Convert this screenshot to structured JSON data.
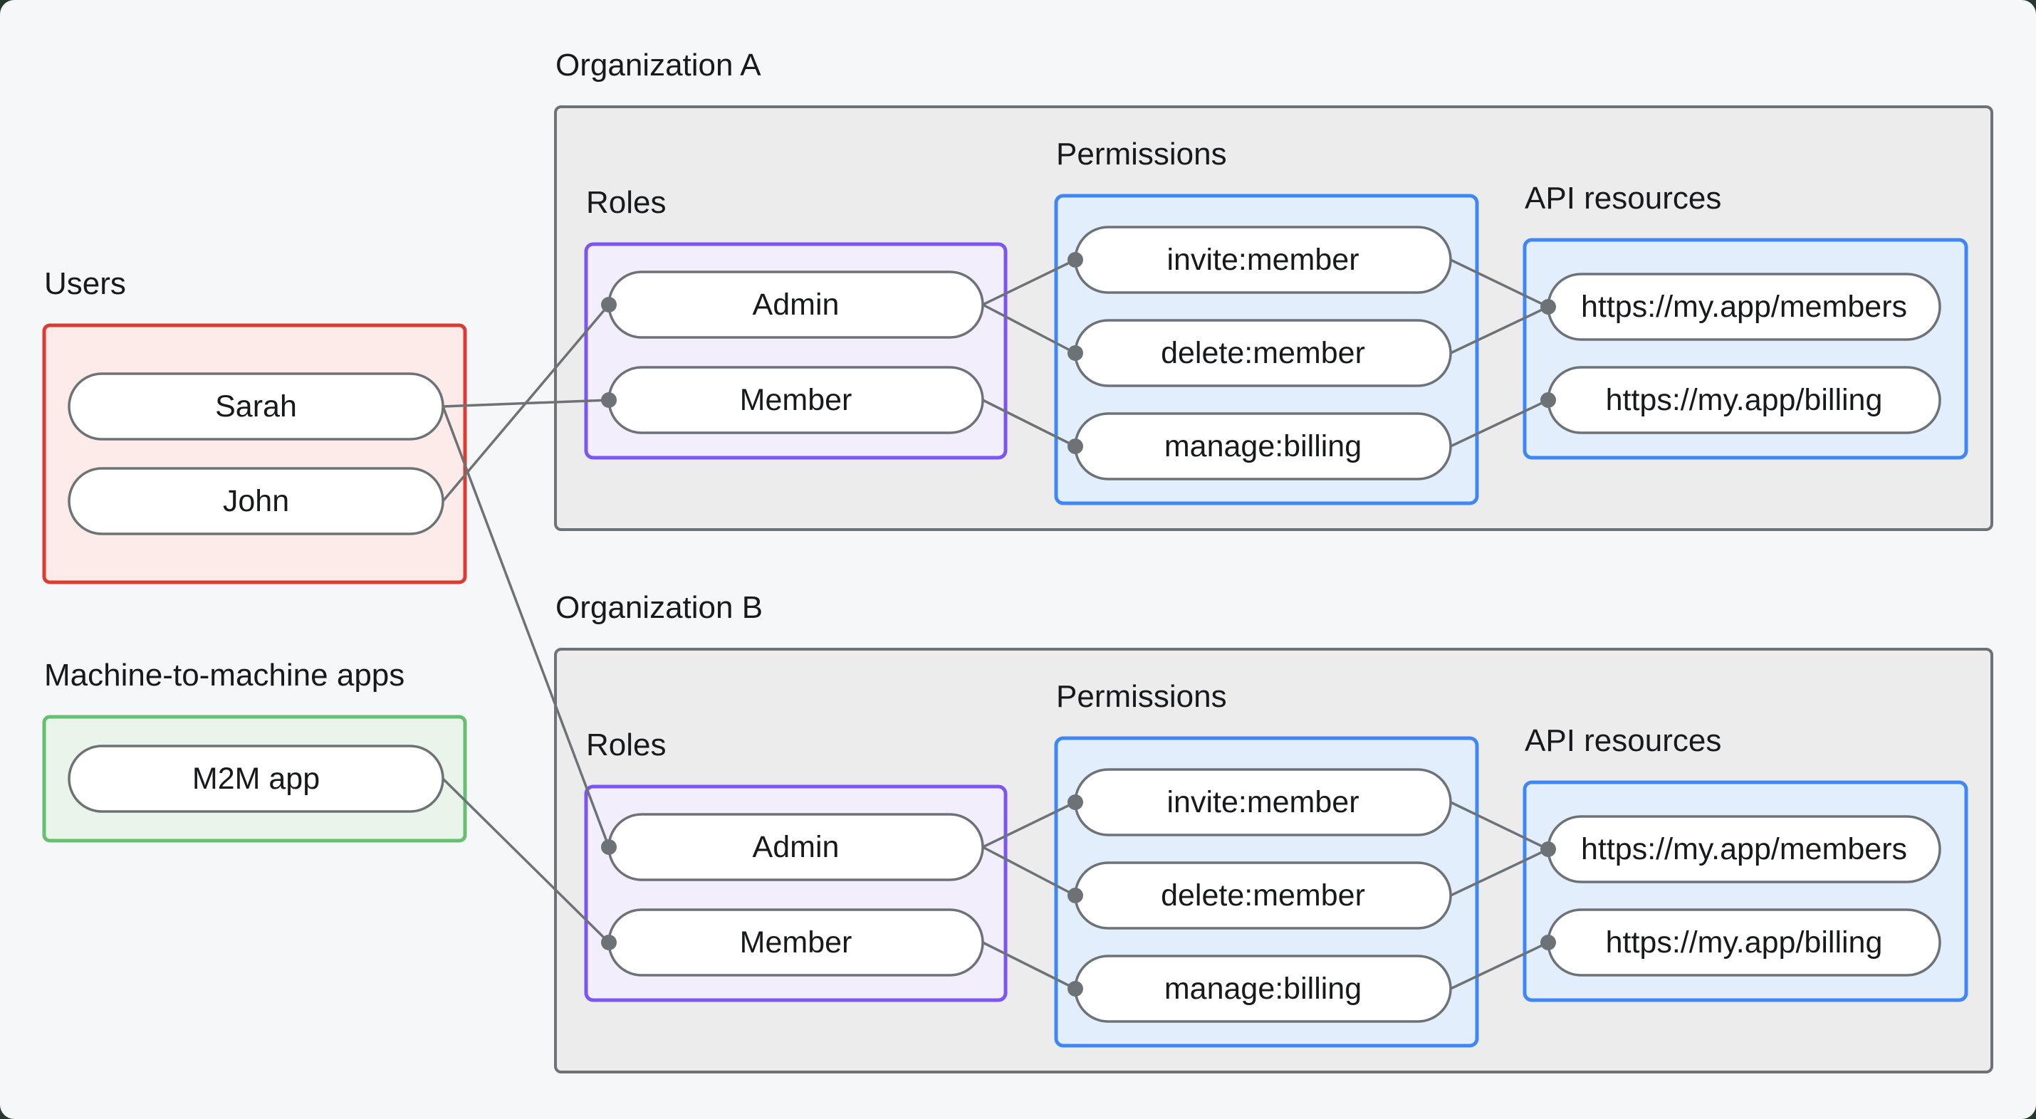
{
  "colors": {
    "outer": "#27382c",
    "surface": "#f6f7f8",
    "ink": "#17191c",
    "line": "#6d7277",
    "org-fill": "#ececed",
    "org-stroke": "#6d7277",
    "pill-fill": "#ffffff",
    "pill-stroke": "#6d7277",
    "users-fill": "#fcebe9",
    "users-stroke": "#dd3b31",
    "m2m-fill": "#e9f4ea",
    "m2m-stroke": "#67bf71",
    "roles-fill": "#f3eefc",
    "roles-stroke": "#7c55f2",
    "perm-fill": "#e2eefc",
    "perm-stroke": "#3f87f5"
  },
  "users": {
    "label": "Users",
    "items": [
      "Sarah",
      "John"
    ]
  },
  "m2m": {
    "label": "Machine-to-machine apps",
    "items": [
      "M2M app"
    ]
  },
  "org_a": {
    "title": "Organization A",
    "roles_label": "Roles",
    "permissions_label": "Permissions",
    "api_label": "API resources",
    "roles": [
      "Admin",
      "Member"
    ],
    "permissions": [
      "invite:member",
      "delete:member",
      "manage:billing"
    ],
    "api_resources": [
      "https://my.app/members",
      "https://my.app/billing"
    ]
  },
  "org_b": {
    "title": "Organization B",
    "roles_label": "Roles",
    "permissions_label": "Permissions",
    "api_label": "API resources",
    "roles": [
      "Admin",
      "Member"
    ],
    "permissions": [
      "invite:member",
      "delete:member",
      "manage:billing"
    ],
    "api_resources": [
      "https://my.app/members",
      "https://my.app/billing"
    ]
  }
}
